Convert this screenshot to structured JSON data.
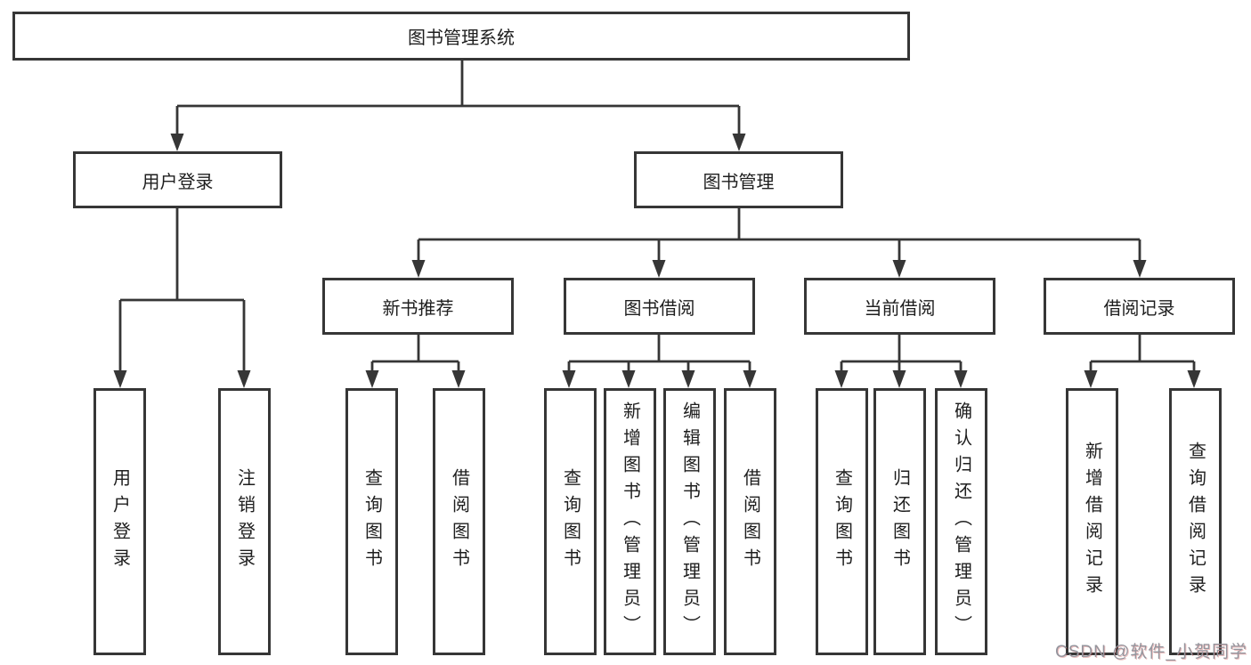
{
  "nodes": {
    "root": {
      "label": "图书管理系统"
    },
    "level2": [
      {
        "label": "用户登录"
      },
      {
        "label": "图书管理"
      }
    ],
    "level3": [
      {
        "label": "新书推荐"
      },
      {
        "label": "图书借阅"
      },
      {
        "label": "当前借阅"
      },
      {
        "label": "借阅记录"
      }
    ],
    "leaves": [
      {
        "label": "用户登录"
      },
      {
        "label": "注销登录"
      },
      {
        "label": "查询图书"
      },
      {
        "label": "借阅图书"
      },
      {
        "label": "查询图书"
      },
      {
        "label": "新增图书（管理员）"
      },
      {
        "label": "编辑图书（管理员）"
      },
      {
        "label": "借阅图书"
      },
      {
        "label": "查询图书"
      },
      {
        "label": "归还图书"
      },
      {
        "label": "确认归还（管理员）"
      },
      {
        "label": "新增借阅记录"
      },
      {
        "label": "查询借阅记录"
      }
    ]
  },
  "watermark": {
    "text": "CSDN @软件_小贺同学"
  },
  "colors": {
    "line": "#363636",
    "text": "#1e1e1e",
    "background": "#ffffff",
    "watermark": "#94959d"
  }
}
